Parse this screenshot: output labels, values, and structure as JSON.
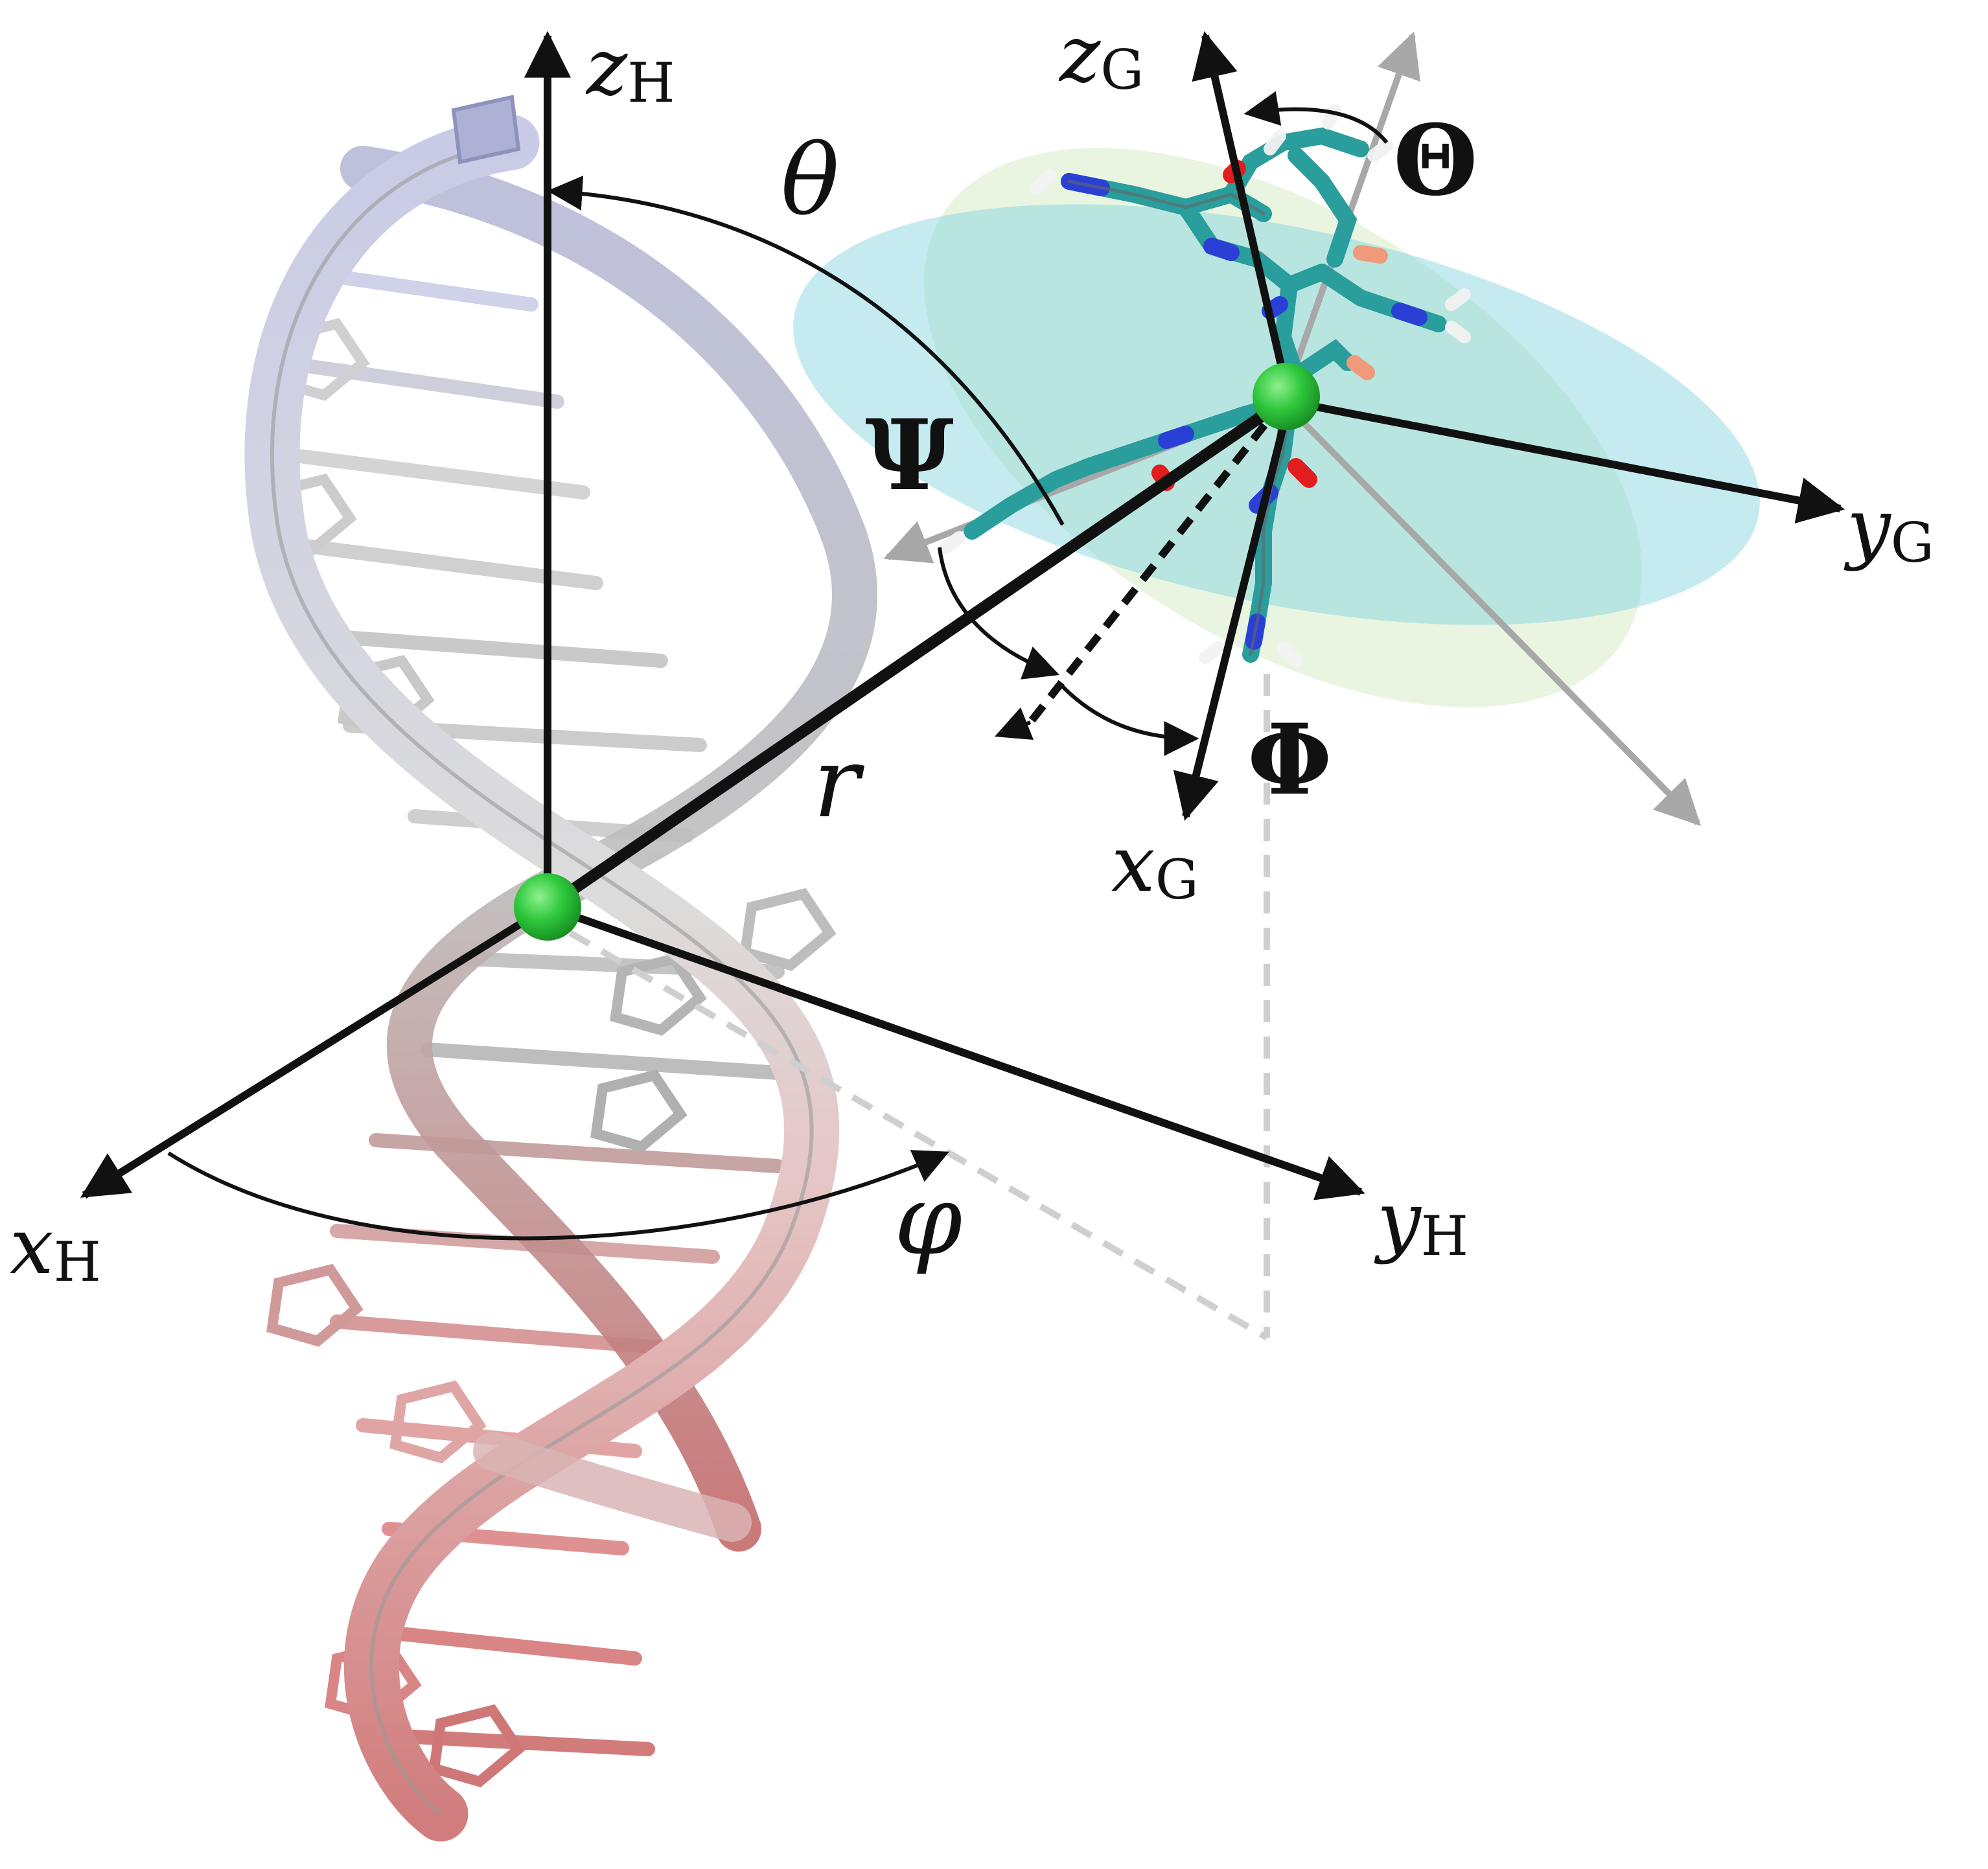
{
  "colors": {
    "helix_top": "#c9cbe6",
    "helix_mid": "#d8d8d8",
    "helix_bottom": "#d27d7d",
    "strand_gray": "#bdbdbd",
    "strand_dark": "#8a8a8a",
    "origin_green": "#2ec83c",
    "plane_cyan": "#7fd3df",
    "plane_green": "#d8ecc8",
    "axis_black": "#111111",
    "axis_gray": "#a8a8a8",
    "dashed_gray": "#cfcfcf",
    "atom_carbon": "#2a9d9d",
    "atom_nitrogen": "#2a3fd6",
    "atom_oxygen": "#e21d1d",
    "atom_hydrogen": "#f2f2f2"
  },
  "labels": {
    "z_helix": {
      "base": "z",
      "sub": "H"
    },
    "y_helix": {
      "base": "y",
      "sub": "H"
    },
    "x_helix": {
      "base": "x",
      "sub": "H"
    },
    "z_guest": {
      "base": "z",
      "sub": "G"
    },
    "y_guest": {
      "base": "y",
      "sub": "G"
    },
    "x_guest": {
      "base": "x",
      "sub": "G"
    },
    "theta": "θ",
    "phi_lower": "φ",
    "r": "r",
    "Theta_upper": "Θ",
    "Psi_upper": "Ψ",
    "Phi_upper": "Φ"
  },
  "icons": {
    "helix": "dna-double-helix-icon",
    "ligand": "ligand-molecule-icon",
    "origin": "origin-point-icon"
  }
}
